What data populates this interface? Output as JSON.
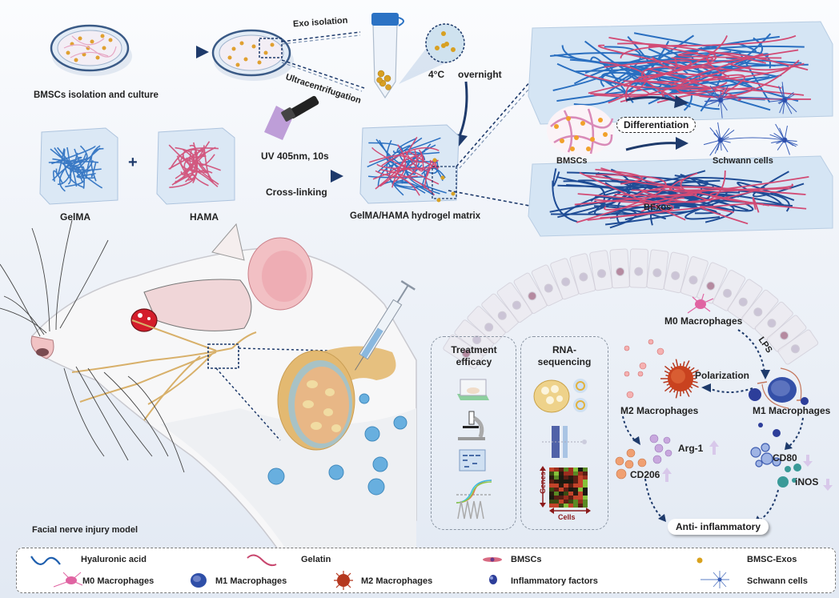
{
  "top_workflow": {
    "dish_label": "BMSCs isolation and culture",
    "exo_isolation": "Exo isolation",
    "ultracentrifugation": "Ultracentrifugation",
    "storage_temp": "4°C",
    "storage_time": "overnight"
  },
  "hydrogel": {
    "component_a": "GelMA",
    "plus": "+",
    "component_b": "HAMA",
    "uv_label": "UV 405nm, 10s",
    "crosslink_label": "Cross-linking",
    "matrix_label": "GelMA/HAMA hydrogel matrix"
  },
  "scaffold_detail": {
    "cells_label": "BMSCs",
    "differentiation_label": "Differentiation",
    "target_cells_label": "Schwann cells",
    "exosomes_label": "BExos"
  },
  "animal_model": {
    "label": "Facial nerve injury model"
  },
  "evaluation": {
    "treatment_title": "Treatment efficacy",
    "treatment_icons": [
      "animal-cage-icon",
      "microscope-icon",
      "western-blot-icon",
      "pcr-curve-icon"
    ],
    "rnaseq_title": "RNA-sequencing",
    "rnaseq_icons": [
      "nerve-cross-section-icon",
      "sequencing-chip-icon",
      "heatmap-icon"
    ],
    "heatmap_y_label": "Genes",
    "heatmap_x_label": "Cells"
  },
  "macrophage_pathway": {
    "m0_label": "M0 Macrophages",
    "lps_label": "LPS",
    "polarization_label": "Polarization",
    "m1_label": "M1 Macrophages",
    "m2_label": "M2 Macrophages",
    "arg1_label": "Arg-1",
    "arg1_direction": "up",
    "cd206_label": "CD206",
    "cd206_direction": "up",
    "cd80_label": "CD80",
    "cd80_direction": "down",
    "inos_label": "iNOS",
    "inos_direction": "down",
    "outcome_label": "Anti- inflammatory"
  },
  "legend": {
    "items": [
      {
        "icon": "hyaluronic-acid-icon",
        "label": "Hyaluronic acid",
        "color": "#1f5fae"
      },
      {
        "icon": "gelatin-icon",
        "label": "Gelatin",
        "color": "#c8476e"
      },
      {
        "icon": "bmsc-icon",
        "label": "BMSCs",
        "color": "#c94a63"
      },
      {
        "icon": "bmsc-exo-icon",
        "label": "BMSC-Exos",
        "color": "#d9a21e"
      },
      {
        "icon": "m0-macrophage-icon",
        "label": "M0 Macrophages",
        "color": "#e064a2"
      },
      {
        "icon": "m1-macrophage-icon",
        "label": "M1 Macrophages",
        "color": "#2f4fa8"
      },
      {
        "icon": "m2-macrophage-icon",
        "label": "M2 Macrophages",
        "color": "#b5381f"
      },
      {
        "icon": "inflammatory-factor-icon",
        "label": "Inflammatory factors",
        "color": "#2d3e9a"
      },
      {
        "icon": "schwann-cell-icon",
        "label": "Schwann cells",
        "color": "#5a7cc4"
      }
    ]
  },
  "colors": {
    "arrow_navy": "#1e3a6b",
    "blue_fiber": "#2a6fc0",
    "pink_fiber": "#d24a74",
    "exo_gold": "#d9a21e",
    "nerve_tan": "#d8b06a",
    "hydrogel_blue": "#cfe3f4"
  }
}
